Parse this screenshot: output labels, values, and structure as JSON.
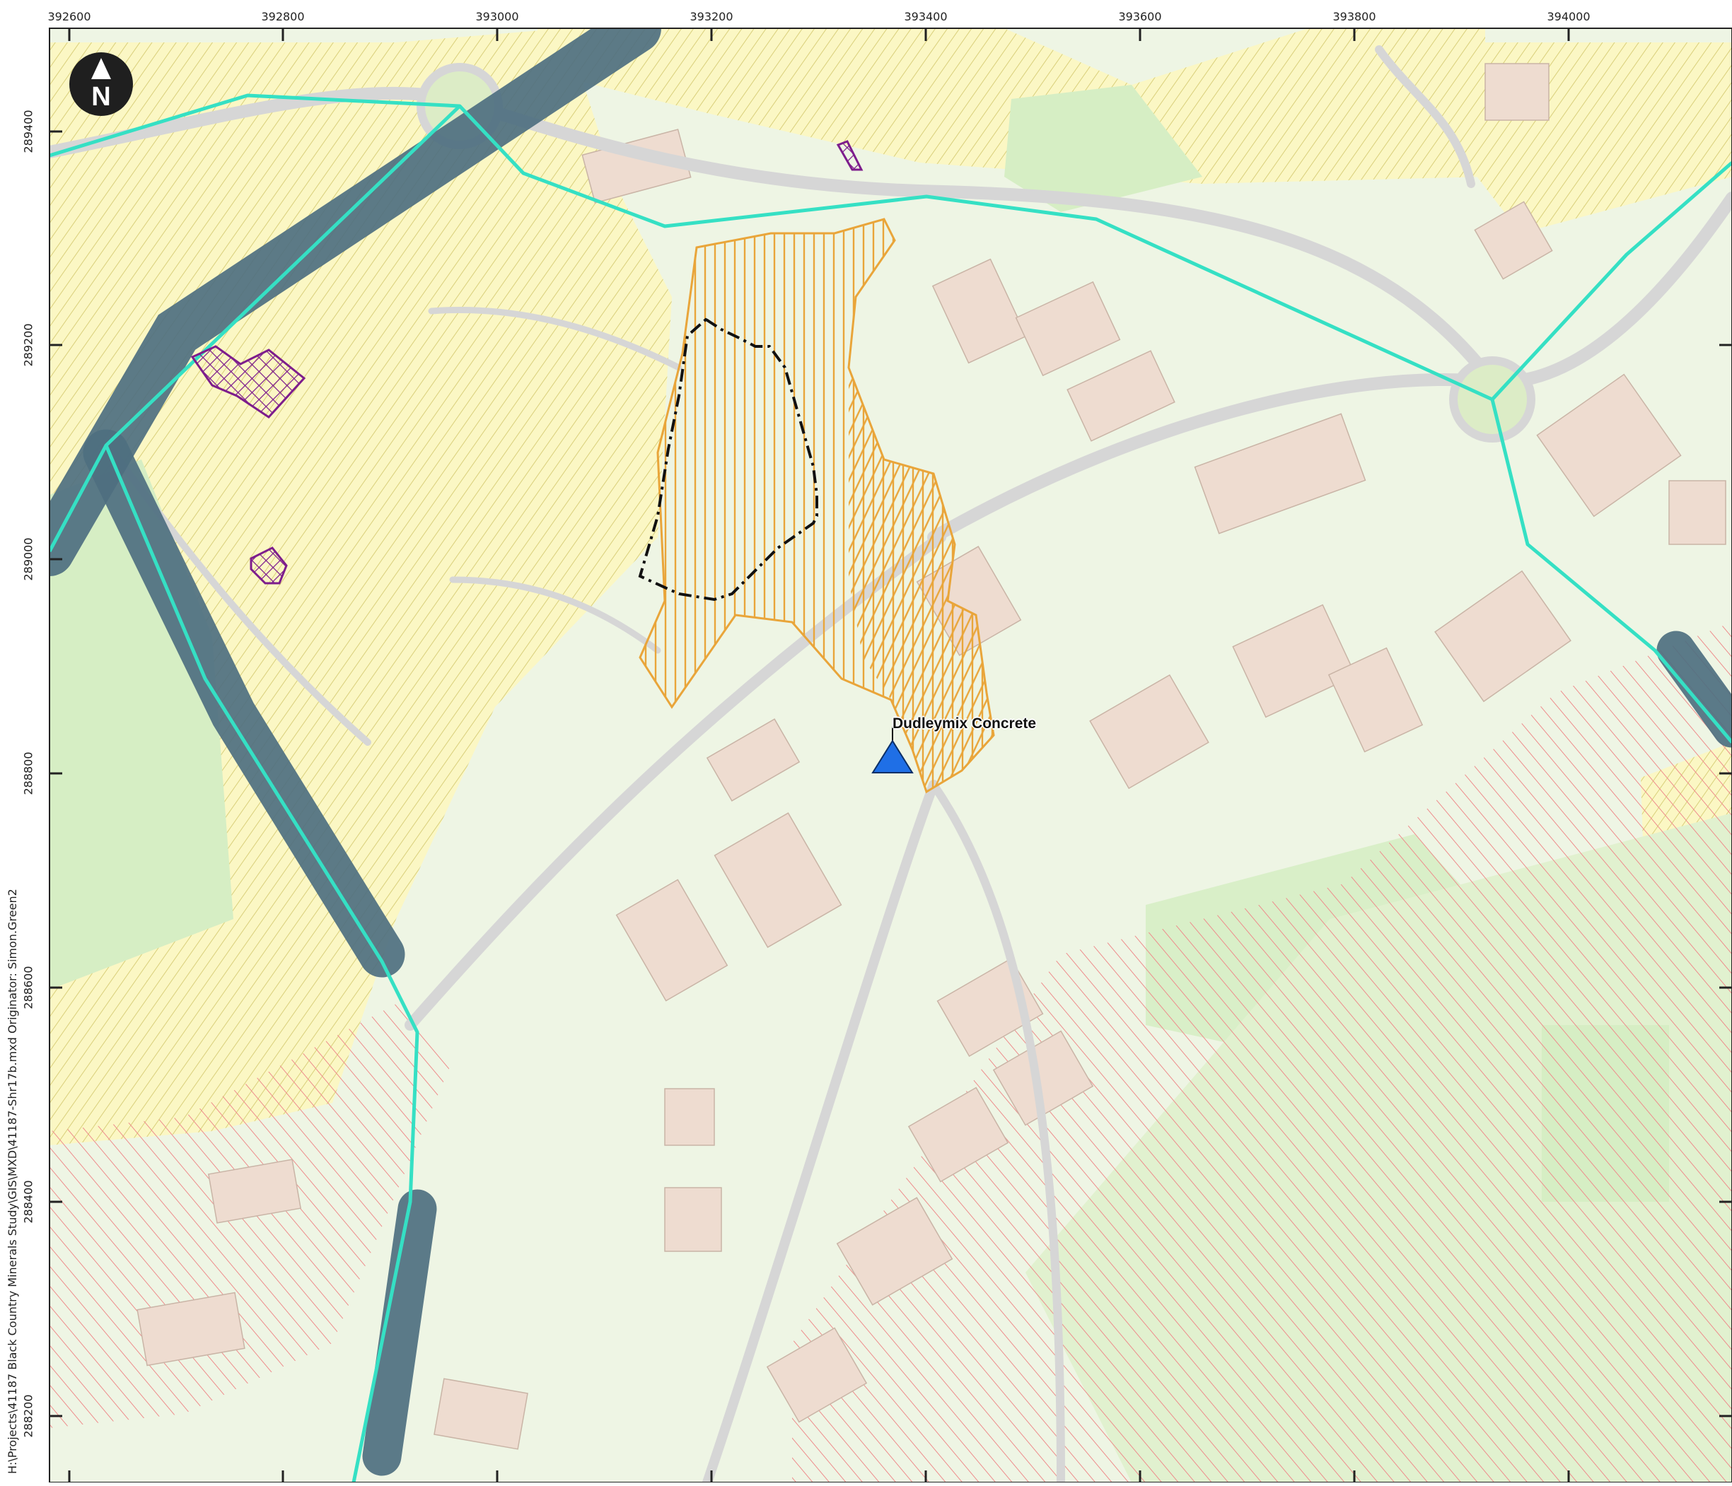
{
  "map": {
    "x_ticks": [
      "392600",
      "392800",
      "393000",
      "393200",
      "393400",
      "393600",
      "393800",
      "394000"
    ],
    "y_ticks": [
      "289400",
      "289200",
      "289000",
      "288800",
      "288600",
      "288400",
      "288200"
    ],
    "site_label": "Dudleymix Concrete",
    "file_path": "H:\\Projects\\41187 Black Country Minerals Study\\GIS\\MXD\\41187-Shr17b.mxd   Originator: Simon.Green2",
    "north_letter": "N",
    "colors": {
      "residential": "#fbf7c4",
      "greenspace": "#dff3cf",
      "road": "#d6d6d6",
      "building": "#eedcd0",
      "boundary": "#35e0c4",
      "corridor": "#4e6f80",
      "site_hatch": "#e9a53a",
      "site_outline": "#111111",
      "purple_hatch": "#7d1d8c",
      "red_hatch": "#ee8c8c",
      "site_marker": "#1f6fe6"
    },
    "icons": [
      "north-arrow-icon",
      "site-marker-icon"
    ]
  }
}
